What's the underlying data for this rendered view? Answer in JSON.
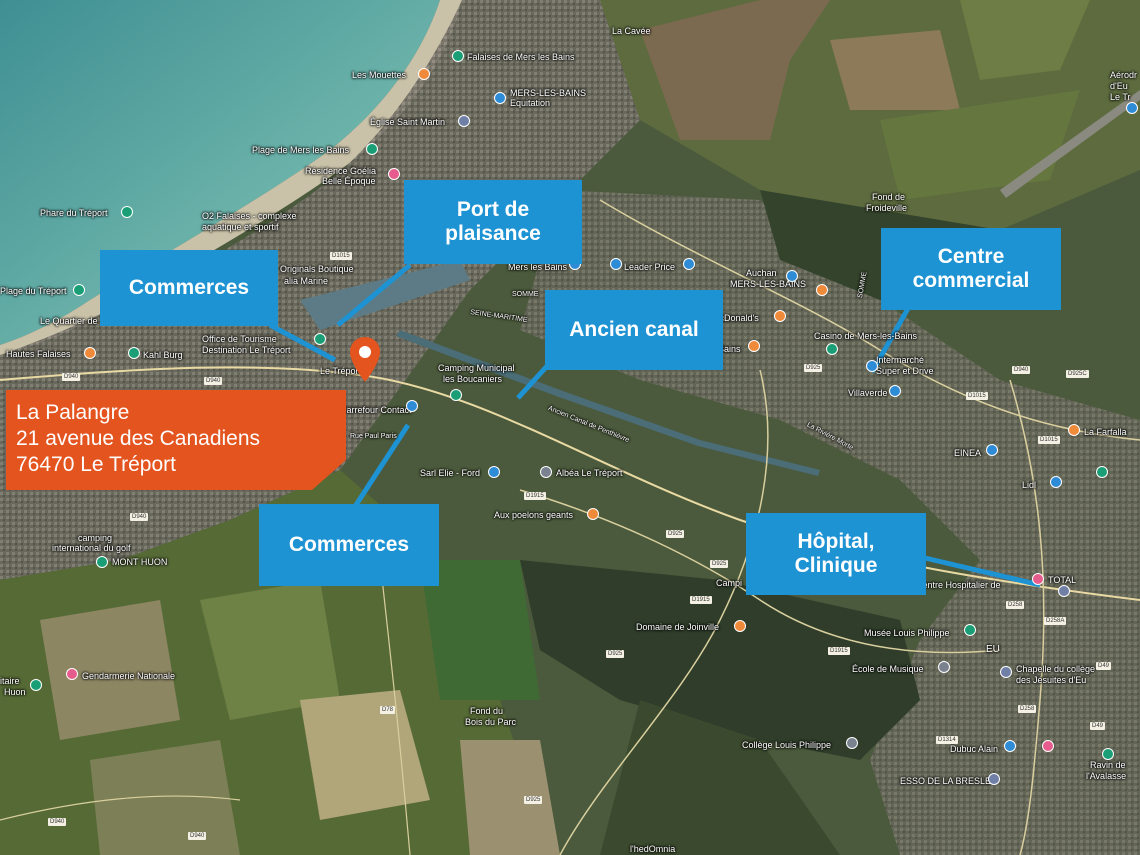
{
  "map": {
    "callouts": {
      "port_plaisance": "Port de plaisance",
      "commerces_left": "Commerces",
      "ancien_canal": "Ancien canal",
      "centre_commercial": "Centre commercial",
      "commerces_bottom": "Commerces",
      "hopital": "Hôpital, Clinique"
    },
    "address": {
      "line1": "La Palangre",
      "line2": "21 avenue des Canadiens",
      "line3": "76470 Le Tréport"
    },
    "places": {
      "la_cavee": "La Cavée",
      "falaises_mers": "Falaises de Mers les Bains",
      "les_mouettes": "Les Mouettes",
      "mers_equitation_1": "MERS-LES-BAINS",
      "mers_equitation_2": "Equitation",
      "eglise_st_martin": "Église Saint Martin",
      "plage_mers": "Plage de Mers les Bains",
      "residence_goelia_1": "Résidence Goélia",
      "residence_goelia_2": "Belle Époque",
      "phare": "Phare du Tréport",
      "o2_falaises_1": "O2 Falaises - complexe",
      "o2_falaises_2": "aquatique et sportif",
      "originals_1": "Originals Boutique",
      "originals_2": "alia Marine",
      "plage_treport": "Plage du Tréport",
      "quartier": "Le Quartier de",
      "office_tourisme_1": "Office de Tourisme",
      "office_tourisme_2": "Destination Le Tréport",
      "hautes_falaises": "Hautes Falaises",
      "kahl_burg": "Kahl Burg",
      "le_treport": "Le Tréport",
      "carrefour": "Carrefour Contact",
      "rue_paul": "Rue Paul Paris",
      "camping_municipal_1": "Camping Municipal",
      "camping_municipal_2": "les Boucaniers",
      "sarl_elie": "Sarl Elie - Ford",
      "albea": "Albéa Le Tréport",
      "aux_poelons": "Aux poelons geants",
      "camping_golf_1": "camping",
      "camping_golf_2": "international du golf",
      "mont_huon": "MONT HUON",
      "gendarmerie": "Gendarmerie Nationale",
      "militaire_1": "itaire",
      "militaire_2": "Huon",
      "fond_bois_1": "Fond du",
      "fond_bois_2": "Bois du Parc",
      "domaine_joinville": "Domaine de Joinville",
      "camping_eu": "Campi",
      "mers_les_bains_center": "Mers les Bains",
      "leader_price": "Leader Price",
      "auchan_1": "Auchan",
      "auchan_2": "MERS-LES-BAINS",
      "mcdonalds": "McDonald's",
      "botique_bains": "Bains",
      "casino_mers": "Casino de Mers-les-Bains",
      "intermarche_1": "Intermarché",
      "intermarche_2": "Super et Drive",
      "villaverde": "Villaverde",
      "fond_froideville_1": "Fond de",
      "fond_froideville_2": "Froideville",
      "aerodrome_1": "Aérodr",
      "aerodrome_2": "d'Eu",
      "aerodrome_3": "Le Tr",
      "la_farfalla": "La Farfalla",
      "einea": "EINEA",
      "lidl": "Lidl",
      "riviere_morte": "La Rivière Morte",
      "ancien_canal_road": "Ancien Canal de Penthièvre",
      "centre_hospitalier": "Centre Hospitalier de",
      "total": "TOTAL",
      "musee_louis": "Musée Louis Philippe",
      "ecole_musique": "École de Musique",
      "eu": "EU",
      "chapelle_1": "Chapelle du collège",
      "chapelle_2": "des Jésuites d'Eu",
      "college_louis": "Collège Louis Philippe",
      "dubuc_alain": "Dubuc Alain",
      "ravin_1": "Ravin de",
      "ravin_2": "l'Avalasse",
      "esso": "ESSO DE LA BRESLE",
      "hedomnia": "l'hedOmnia",
      "somme": "SOMME",
      "seine_maritime": "SEINE-MARITIME",
      "somme_vertical": "SOMME"
    },
    "roads": {
      "d1015": "D1015",
      "d940": "D940",
      "d925": "D925",
      "d1915": "D1915",
      "d1314": "D1314",
      "d49": "D49",
      "d78": "D78",
      "d258": "D258",
      "d258a": "D258A",
      "d925c": "D925C"
    },
    "colors": {
      "sea": "#5ea7a3",
      "callout": "#1e93d3",
      "address": "#e4541f",
      "pin": "#e4541f"
    }
  }
}
